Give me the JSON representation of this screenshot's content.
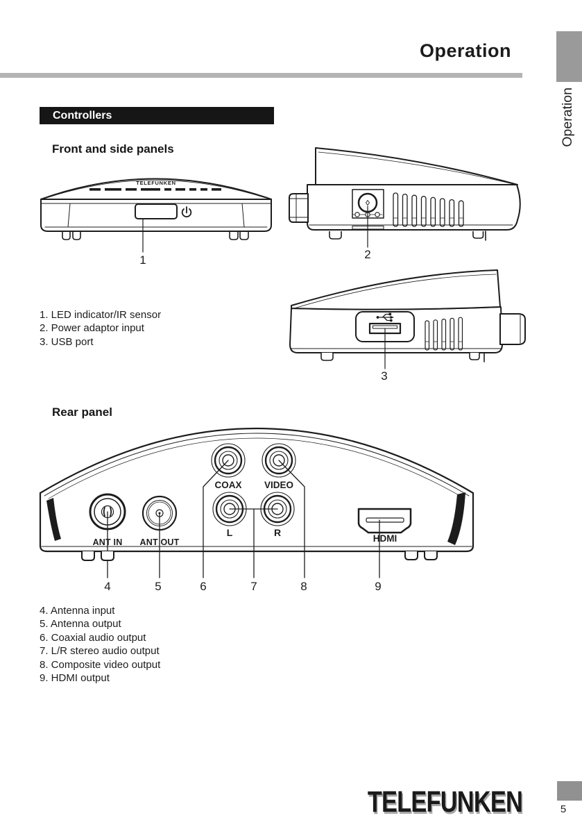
{
  "page": {
    "title": "Operation",
    "side_tab_label": "Operation",
    "page_number": "5",
    "logo": "TELEFUNKEN"
  },
  "sections": {
    "controllers": "Controllers",
    "front_side_heading": "Front and side panels",
    "rear_heading": "Rear panel"
  },
  "front_list": [
    "1. LED indicator/IR sensor",
    "2. Power adaptor input",
    "3. USB port"
  ],
  "rear_list": [
    "4. Antenna input",
    "5. Antenna output",
    "6. Coaxial audio output",
    "7. L/R stereo audio output",
    "8. Composite video output",
    "9. HDMI output"
  ],
  "diagrams": {
    "front_panel": {
      "brand": "TELEFUNKEN",
      "callout": "1",
      "power_icon": "power-icon"
    },
    "side_panel_power": {
      "callout": "2",
      "jack_icon": "dc-power-jack-icon"
    },
    "side_panel_usb": {
      "callout": "3",
      "usb_icon": "usb-trident-icon"
    },
    "rear_panel": {
      "ant_in": "ANT IN",
      "ant_out": "ANT OUT",
      "coax": "COAX",
      "video": "VIDEO",
      "left": "L",
      "right": "R",
      "hdmi": "HDMI",
      "callouts": [
        "4",
        "5",
        "6",
        "7",
        "8",
        "9"
      ]
    }
  },
  "colors": {
    "rule_gray": "#b3b3b3",
    "tab_gray": "#9a9a9a",
    "header_bar_black": "#161616",
    "line_art": "#1c1c1c"
  }
}
